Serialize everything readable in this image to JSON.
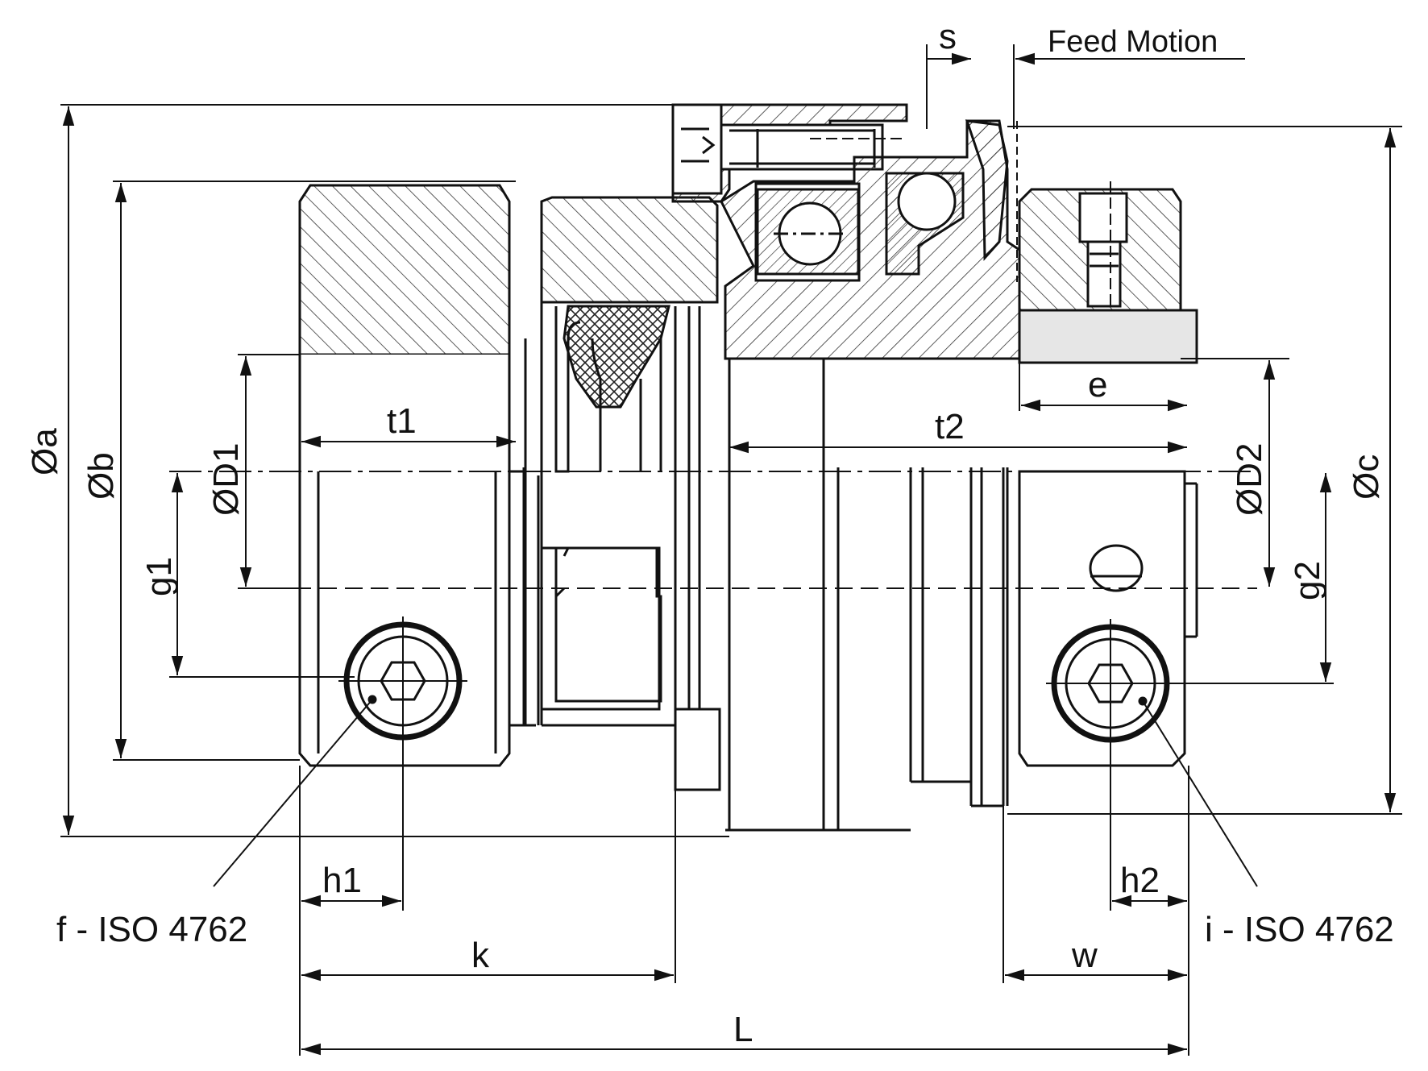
{
  "labels": {
    "s": "s",
    "feed_motion": "Feed Motion",
    "dia_a": "Øa",
    "dia_b": "Øb",
    "dia_c": "Øc",
    "dia_D1": "ØD1",
    "dia_D2": "ØD2",
    "g1": "g1",
    "g2": "g2",
    "t1": "t1",
    "t2": "t2",
    "e": "e",
    "h1": "h1",
    "h2": "h2",
    "k": "k",
    "w": "w",
    "L": "L",
    "screw_f": "f - ISO 4762",
    "screw_i": "i - ISO 4762"
  },
  "colors": {
    "line": "#111111",
    "hatch": "#333333",
    "elastomer": "#222222",
    "sleeve": "#e6e6e6",
    "background": "#ffffff"
  }
}
